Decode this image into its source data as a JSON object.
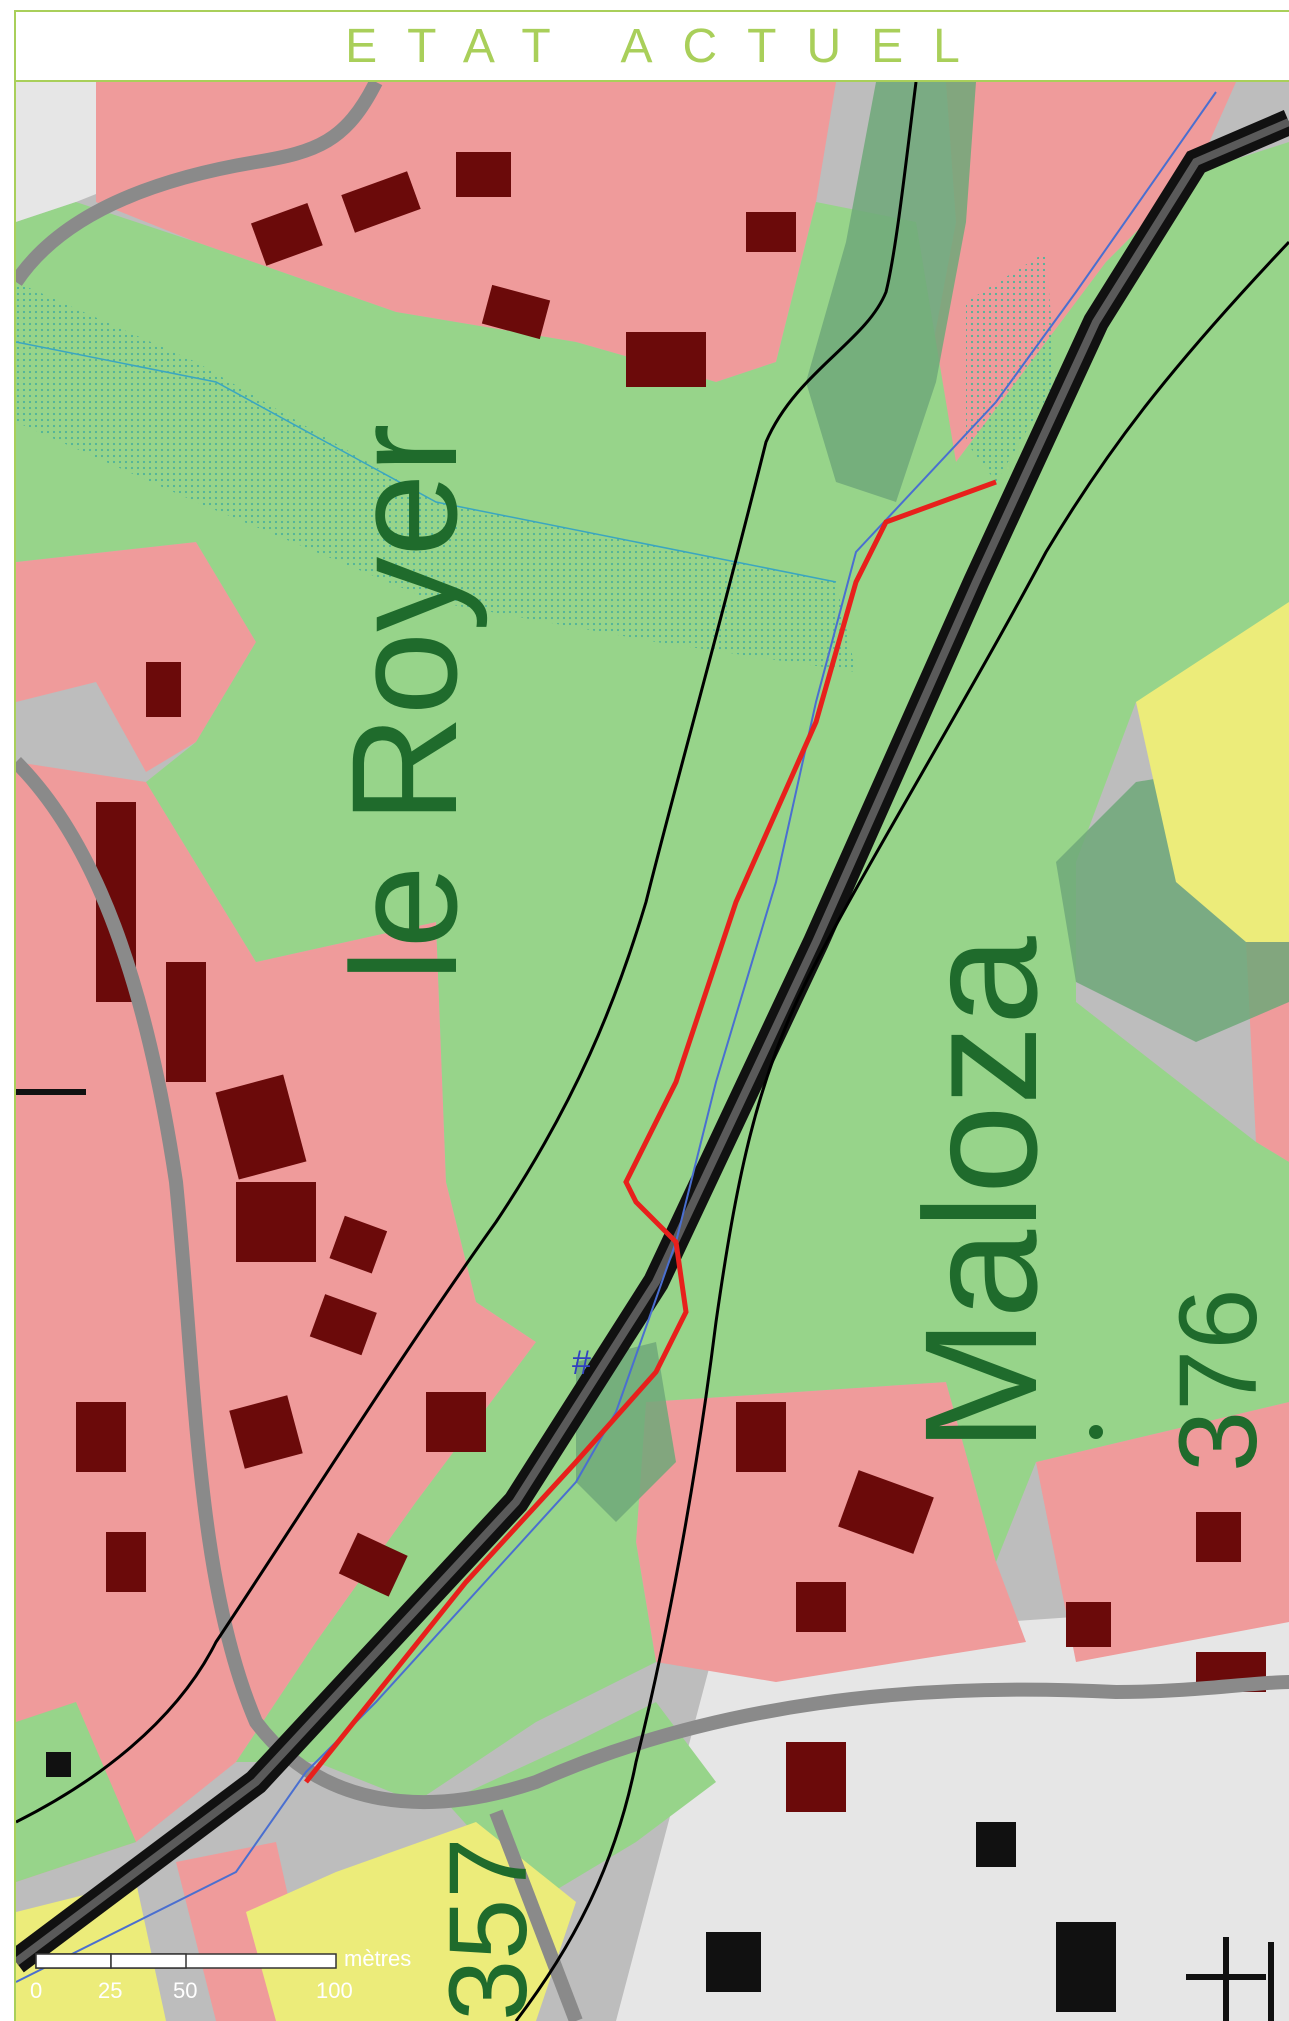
{
  "title": "ETAT ACTUEL",
  "colors": {
    "frame": "#a9cf5a",
    "title": "#a9cf5a",
    "building_zone": "#ef9b9b",
    "green_zone": "#97d48a",
    "dark_green": "#6fa879",
    "yellow_zone": "#ecec7a",
    "built": "#6b0a0a",
    "road": "#111111",
    "project_line": "#e8201c",
    "stream": "#4a6fd0",
    "boundary": "#000000"
  },
  "labels": {
    "place_1": "le Royer",
    "place_2": "Maloza",
    "elev_1": "376",
    "elev_2": "357",
    "hash_mark": "#"
  },
  "scale_bar": {
    "unit": "mètres",
    "ticks": [
      "0",
      "25",
      "50",
      "100"
    ],
    "tick_values": [
      0,
      25,
      50,
      100
    ]
  }
}
